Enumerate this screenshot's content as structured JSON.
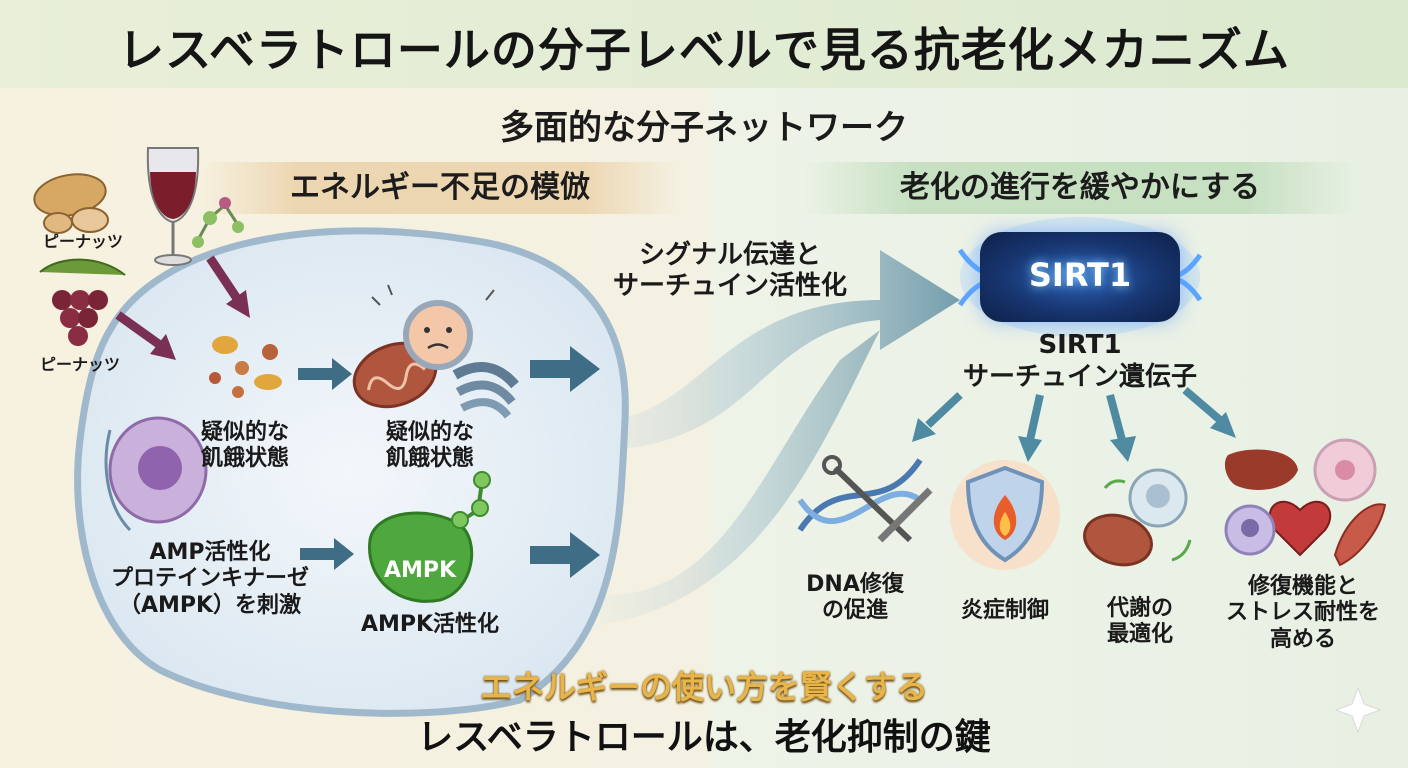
{
  "title": "レスベラトロールの分子レベルで見る抗老化メカニズム",
  "subtitle": "多面的な分子ネットワーク",
  "left_banner": "エネルギー不足の模倣",
  "right_banner": "老化の進行を緩やかにする",
  "sources": {
    "peanut_top": "ピーナッツ",
    "peanut_bottom": "ピーナッツ"
  },
  "cell": {
    "starvation_left": [
      "疑似的な",
      "飢餓状態"
    ],
    "starvation_right": [
      "疑似的な",
      "飢餓状態"
    ],
    "ampk_left": [
      "AMP活性化",
      "プロテインキナーゼ",
      "（AMPK）を刺激"
    ],
    "ampk_chip": "AMPK",
    "ampk_right": "AMPK活性化"
  },
  "signal": [
    "シグナル伝達と",
    "サーチュイン活性化"
  ],
  "sirt": {
    "chip": "SIRT1",
    "name": "SIRT1",
    "desc": "サーチュイン遺伝子"
  },
  "effects": {
    "dna": [
      "DNA修復",
      "の促進"
    ],
    "inflammation": [
      "炎症制御"
    ],
    "metabolism": [
      "代謝の",
      "最適化"
    ],
    "stress": [
      "修復機能と",
      "ストレス耐性を",
      "高める"
    ]
  },
  "tagline": "エネルギーの使い方を賢くする",
  "conclusion": "レスベラトロールは、老化抑制の鍵",
  "colors": {
    "arrow_blue": "#3f6d86",
    "arrow_purple": "#7a2f55",
    "cell_fill": "#e6eef5",
    "cell_border": "#9fb8cc",
    "ampk_green": "#4ea83e",
    "gold": "#e9b54a"
  },
  "icons": [
    "peanut-icon",
    "wine-glass-icon",
    "grape-icon",
    "mitochondria-icon",
    "sad-face-icon",
    "golgi-icon",
    "nucleus-icon",
    "dna-helix-icon",
    "shield-flame-icon",
    "cell-icon",
    "liver-icon",
    "heart-icon",
    "muscle-icon",
    "sparkle-icon"
  ]
}
